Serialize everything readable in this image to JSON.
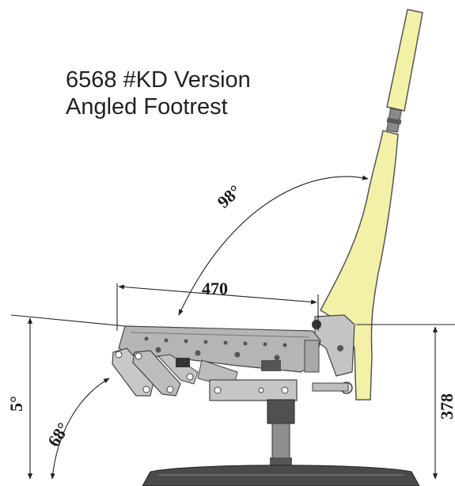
{
  "title": {
    "line1": "6568 #KD Version",
    "line2": "Angled Footrest"
  },
  "dimensions": {
    "back_angle": "98°",
    "seat_length": "470",
    "seat_tilt": "5°",
    "footrest_angle": "68°",
    "seat_height": "378"
  },
  "colors": {
    "cushion": "#f3f1a8",
    "cushion_outline": "#555555",
    "mechanism": "#b0b0b0",
    "mechanism_dark": "#6a6a6a",
    "base": "#4a4a4a",
    "dimension_line": "#222222"
  }
}
